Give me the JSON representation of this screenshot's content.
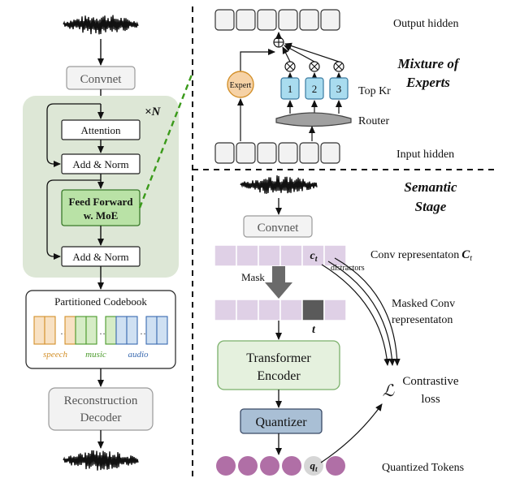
{
  "colors": {
    "panel_green": "#dde7d6",
    "ffn_green": "#b9e2a6",
    "transformer_green": "#e5f1de",
    "quantizer_blue": "#a9bfd5",
    "expert_orange": "#f6d2a6",
    "topk_blue": "#a9dcef",
    "conv_purple": "#dfd0e6",
    "token_purple": "#b06fa6",
    "masked_dark": "#5a5a5a",
    "dashed_green": "#3a9a1a",
    "speech_orange": "#d3902a",
    "music_green": "#4a9a2a",
    "audio_blue": "#3a6ab0"
  },
  "left_pipeline": {
    "convnet": "Convnet",
    "repeat_label": "×N",
    "attention": "Attention",
    "add_norm_1": "Add & Norm",
    "ffn_line1": "Feed Forward",
    "ffn_line2": "w. MoE",
    "add_norm_2": "Add & Norm",
    "codebook_title": "Partitioned Codebook",
    "speech": "speech",
    "music": "music",
    "audio": "audio",
    "dots": "…",
    "recon_line1": "Reconstruction",
    "recon_line2": "Decoder"
  },
  "moe": {
    "output_hidden": "Output hidden",
    "input_hidden": "Input hidden",
    "title_line1": "Mixture of",
    "title_line2": "Experts",
    "expert": "Expert",
    "topk": "Top Kr",
    "router": "Router",
    "experts": [
      "1",
      "2",
      "3"
    ],
    "plus": "⊕",
    "times": "⊗"
  },
  "semantic": {
    "title_line1": "Semantic",
    "title_line2": "Stage",
    "convnet": "Convnet",
    "conv_rep": "Conv representaton",
    "conv_rep_symbol": "C",
    "conv_rep_sub": "t",
    "ct_symbol": "c",
    "ct_sub": "t",
    "distractors": "distractors",
    "mask": "Mask",
    "masked_line1": "Masked Conv",
    "masked_line2": "representaton",
    "t_label": "t",
    "transformer_line1": "Transformer",
    "transformer_line2": "Encoder",
    "quantizer": "Quantizer",
    "loss_symbol": "ℒ",
    "contrastive_line1": "Contrastive",
    "contrastive_line2": "loss",
    "qt_symbol": "q",
    "qt_sub": "t",
    "quantized_tokens": "Quantized Tokens"
  }
}
